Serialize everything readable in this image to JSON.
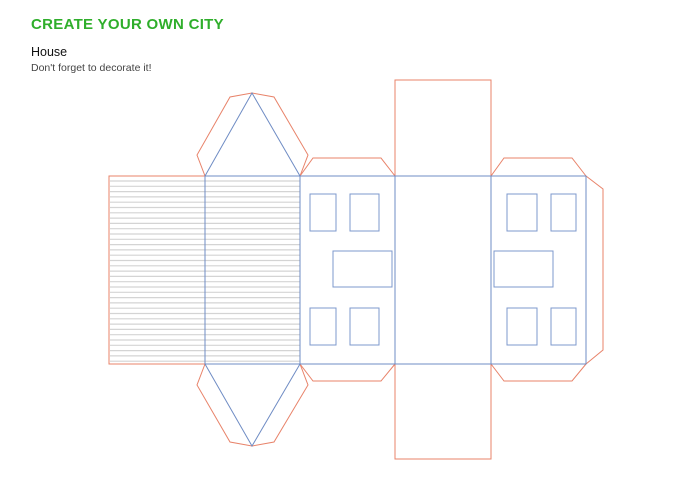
{
  "header": {
    "title": "CREATE YOUR OWN CITY",
    "subtitle": "House",
    "description": "Don't forget to decorate it!"
  },
  "colors": {
    "title": "#2fae2b",
    "cut_line": "#e8836a",
    "fold_line": "#6f8cc4",
    "roof_stripes": "#d4d4d4"
  }
}
